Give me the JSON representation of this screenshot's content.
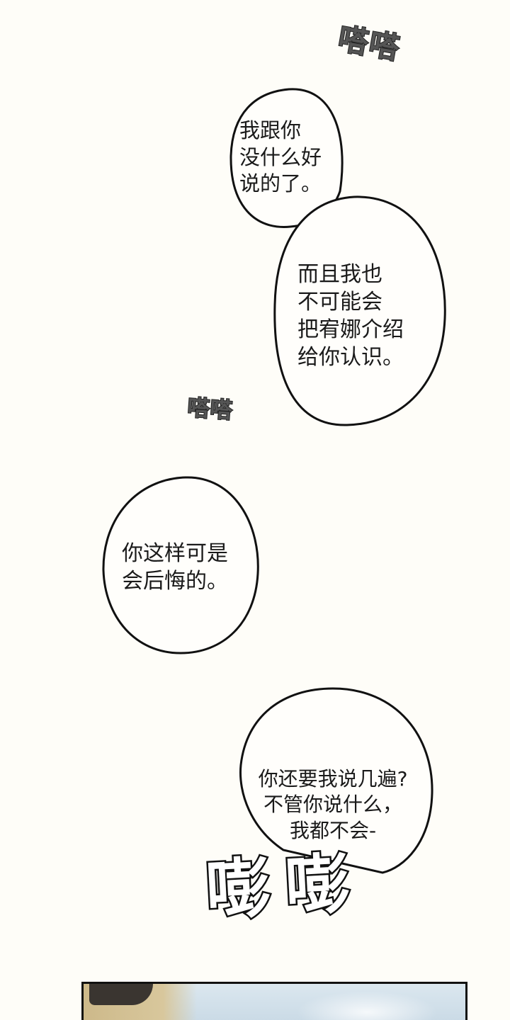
{
  "sfx": {
    "top": "嗒嗒",
    "middle": "嗒嗒",
    "bottom": "嘭嘭"
  },
  "bubbles": {
    "first": "我跟你\n没什么好\n说的了。",
    "second": "而且我也\n不可能会\n把宥娜介绍\n给你认识。",
    "third": "你这样可是\n会后悔的。",
    "fourth": "你还要我说几遍?\n不管你说什么，\n我都不会-"
  },
  "colors": {
    "background": "#fefdf8",
    "ink": "#1a1a1a",
    "panel_sky": "#c3d5e2"
  }
}
